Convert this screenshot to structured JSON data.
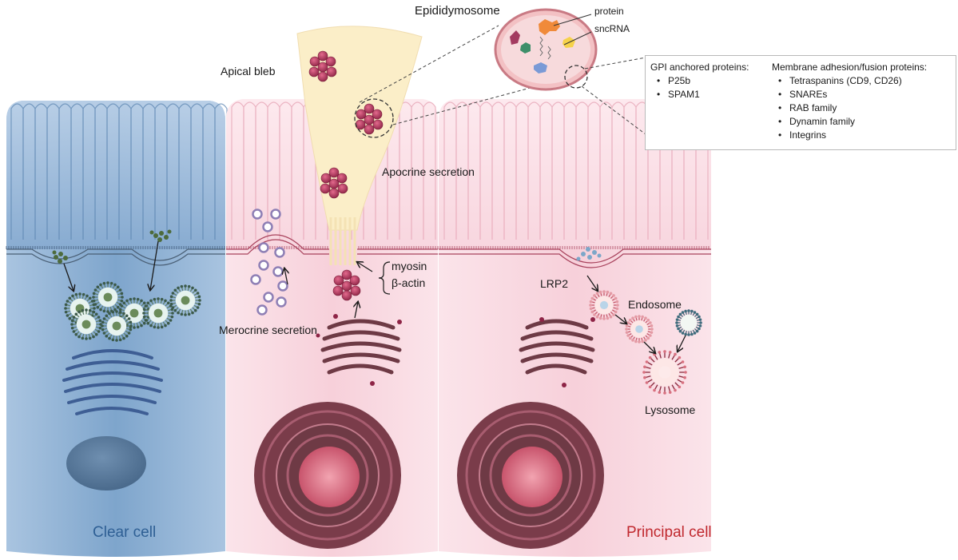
{
  "labels": {
    "epididymosome": "Epididymosome",
    "protein": "protein",
    "sncrna": "sncRNA",
    "apical_bleb": "Apical bleb",
    "apocrine_secretion": "Apocrine secretion",
    "myosin": "myosin",
    "beta_actin": "β-actin",
    "merocrine_secretion": "Merocrine secretion",
    "lrp2": "LRP2",
    "endosome": "Endosome",
    "lysosome": "Lysosome",
    "clear_cell": "Clear cell",
    "principal_cell": "Principal cell"
  },
  "info_box": {
    "gpi_title": "GPI anchored proteins:",
    "gpi_items": [
      "P25b",
      "SPAM1"
    ],
    "membrane_title": "Membrane adhesion/fusion proteins:",
    "membrane_items": [
      "Tetraspanins (CD9, CD26)",
      "SNAREs",
      "RAB family",
      "Dynamin family",
      "Integrins"
    ]
  },
  "colors": {
    "clear_cell": "#7ea5cc",
    "principal_cell": "#f6d3dc",
    "apical_bleb": "#fbeec8",
    "organelle": "#6e3a45",
    "clear_cell_label": "#2e5f94",
    "principal_cell_label": "#c0282e"
  }
}
